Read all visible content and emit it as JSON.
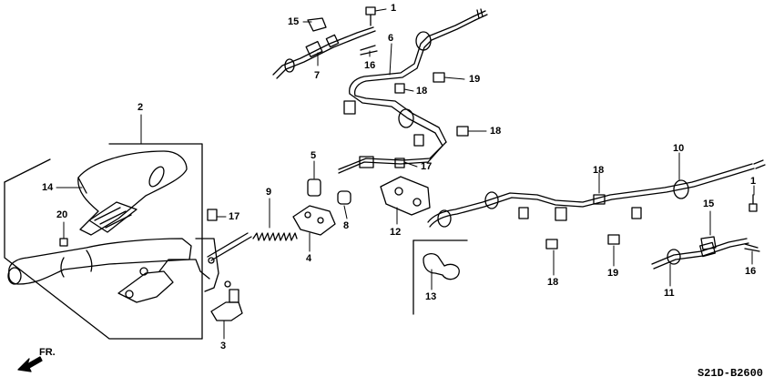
{
  "diagram_code": "S21D-B2600",
  "direction_label": "FR.",
  "callouts": [
    {
      "id": "c1a",
      "text": "1"
    },
    {
      "id": "c15a",
      "text": "15"
    },
    {
      "id": "c16a",
      "text": "16"
    },
    {
      "id": "c6",
      "text": "6"
    },
    {
      "id": "c7",
      "text": "7"
    },
    {
      "id": "c19a",
      "text": "19"
    },
    {
      "id": "c18a",
      "text": "18"
    },
    {
      "id": "c18b",
      "text": "18"
    },
    {
      "id": "c2",
      "text": "2"
    },
    {
      "id": "c14",
      "text": "14"
    },
    {
      "id": "c5",
      "text": "5"
    },
    {
      "id": "c17a",
      "text": "17"
    },
    {
      "id": "c17b",
      "text": "17"
    },
    {
      "id": "c20",
      "text": "20"
    },
    {
      "id": "c9",
      "text": "9"
    },
    {
      "id": "c8",
      "text": "8"
    },
    {
      "id": "c4",
      "text": "4"
    },
    {
      "id": "c12",
      "text": "12"
    },
    {
      "id": "c10",
      "text": "10"
    },
    {
      "id": "c18c",
      "text": "18"
    },
    {
      "id": "c1b",
      "text": "1"
    },
    {
      "id": "c15b",
      "text": "15"
    },
    {
      "id": "c16b",
      "text": "16"
    },
    {
      "id": "c13",
      "text": "13"
    },
    {
      "id": "c18d",
      "text": "18"
    },
    {
      "id": "c19b",
      "text": "19"
    },
    {
      "id": "c11",
      "text": "11"
    },
    {
      "id": "c3",
      "text": "3"
    }
  ]
}
